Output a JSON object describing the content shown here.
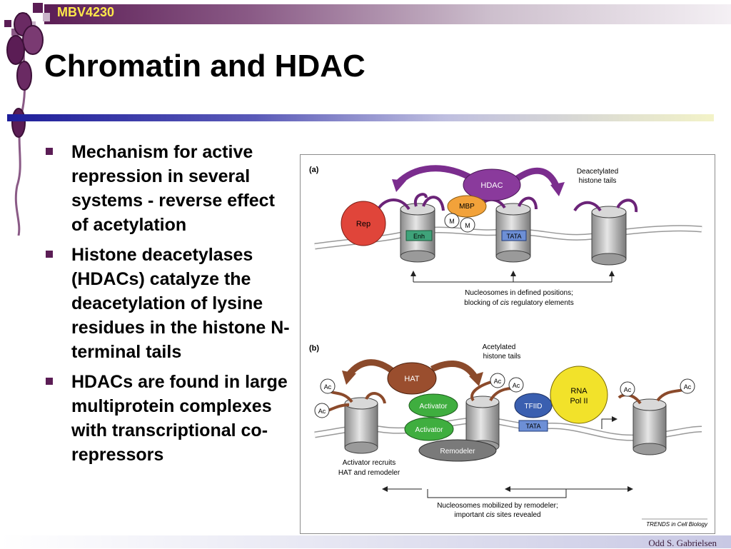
{
  "header": {
    "course_code": "MBV4230"
  },
  "slide": {
    "title": "Chromatin and HDAC",
    "bullets": [
      "Mechanism for active repression in several systems - reverse effect of acetylation",
      "Histone deacetylases (HDACs) catalyze the deacetylation of lysine residues in the histone N-terminal tails",
      "HDACs are found in large multiprotein complexes with transcriptional co-repressors"
    ]
  },
  "figure": {
    "panel_a": {
      "label": "(a)",
      "hdac": "HDAC",
      "mbp": "MBP",
      "rep": "Rep",
      "m1": "M",
      "m2": "M",
      "enh": "Enh",
      "tata": "TATA",
      "deacetylated_line1": "Deacetylated",
      "deacetylated_line2": "histone tails",
      "caption_line1": "Nucleosomes in defined positions;",
      "caption_line2_pre": "blocking of ",
      "caption_line2_em": "cis",
      "caption_line2_post": " regulatory elements"
    },
    "panel_b": {
      "label": "(b)",
      "acetylated_line1": "Acetylated",
      "acetylated_line2": "histone tails",
      "hat": "HAT",
      "activator1": "Activator",
      "activator2": "Activator",
      "remodeler": "Remodeler",
      "tfiid": "TFIID",
      "tata": "TATA",
      "rna_pol_line1": "RNA",
      "rna_pol_line2": "Pol II",
      "ac": "Ac",
      "recruits_line1": "Activator recruits",
      "recruits_line2": "HAT and remodeler",
      "caption_line1": "Nucleosomes mobilized by remodeler;",
      "caption_line2_pre": "important ",
      "caption_line2_em": "cis",
      "caption_line2_post": " sites revealed"
    },
    "credit": "TRENDS in Cell Biology"
  },
  "footer": {
    "author": "Odd S. Gabrielsen"
  },
  "colors": {
    "accent_purple": "#5b1d55",
    "course_label": "#ffe94a",
    "hdac_purple": "#7b2d8e",
    "hat_brown": "#8b4a2b",
    "rep_red": "#e0453a",
    "mbp_orange": "#f2a23a",
    "activator_green": "#3fae3f",
    "rna_pol_yellow": "#f2e22a",
    "tfiid_blue": "#3a5fb0"
  }
}
